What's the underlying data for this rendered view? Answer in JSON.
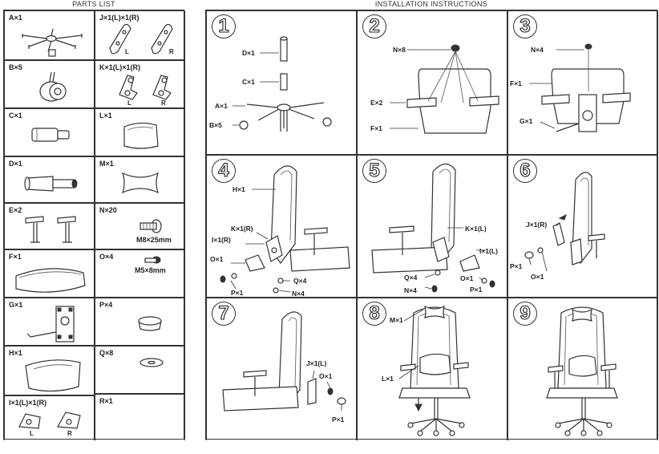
{
  "headers": {
    "parts_list": "PARTS LIST",
    "installation": "INSTALLATION INSTRUCTIONS"
  },
  "parts": {
    "A": {
      "label": "A×1"
    },
    "J": {
      "label": "J×1(L)×1(R)",
      "left": "L",
      "right": "R"
    },
    "B": {
      "label": "B×5"
    },
    "K": {
      "label": "K×1(L)×1(R)",
      "left": "L",
      "right": "R"
    },
    "C": {
      "label": "C×1"
    },
    "L": {
      "label": "L×1"
    },
    "D": {
      "label": "D×1"
    },
    "M": {
      "label": "M×1"
    },
    "E": {
      "label": "E×2"
    },
    "N": {
      "label": "N×20",
      "size": "M8×25mm"
    },
    "F": {
      "label": "F×1"
    },
    "O": {
      "label": "O×4",
      "size": "M5×8mm"
    },
    "P": {
      "label": "P×4"
    },
    "G": {
      "label": "G×1"
    },
    "Q": {
      "label": "Q×8"
    },
    "H": {
      "label": "H×1"
    },
    "R": {
      "label": "R×1"
    },
    "I": {
      "label": "I×1(L)×1(R)",
      "left": "L",
      "right": "R"
    }
  },
  "steps": [
    {
      "number": "1",
      "callouts": {
        "d": "D×1",
        "c": "C×1",
        "a": "A×1",
        "b": "B×5"
      }
    },
    {
      "number": "2",
      "callouts": {
        "n": "N×8",
        "e": "E×2",
        "f": "F×1"
      }
    },
    {
      "number": "3",
      "callouts": {
        "n": "N×4",
        "f": "F×1",
        "g": "G×1"
      }
    },
    {
      "number": "4",
      "callouts": {
        "h": "H×1",
        "k": "K×1(R)",
        "i": "I×1(R)",
        "o": "O×1",
        "p": "P×1",
        "q": "Q×4",
        "n": "N×4"
      }
    },
    {
      "number": "5",
      "callouts": {
        "k": "K×1(L)",
        "i": "I×1(L)",
        "q": "Q×4",
        "n": "N×4",
        "o": "O×1",
        "p": "P×1"
      }
    },
    {
      "number": "6",
      "callouts": {
        "j": "J×1(R)",
        "p": "P×1",
        "o": "O×1"
      }
    },
    {
      "number": "7",
      "callouts": {
        "j": "J×1(L)",
        "o": "O×1",
        "p": "P×1"
      }
    },
    {
      "number": "8",
      "callouts": {
        "m": "M×1",
        "l": "L×1"
      }
    },
    {
      "number": "9",
      "callouts": {}
    }
  ]
}
